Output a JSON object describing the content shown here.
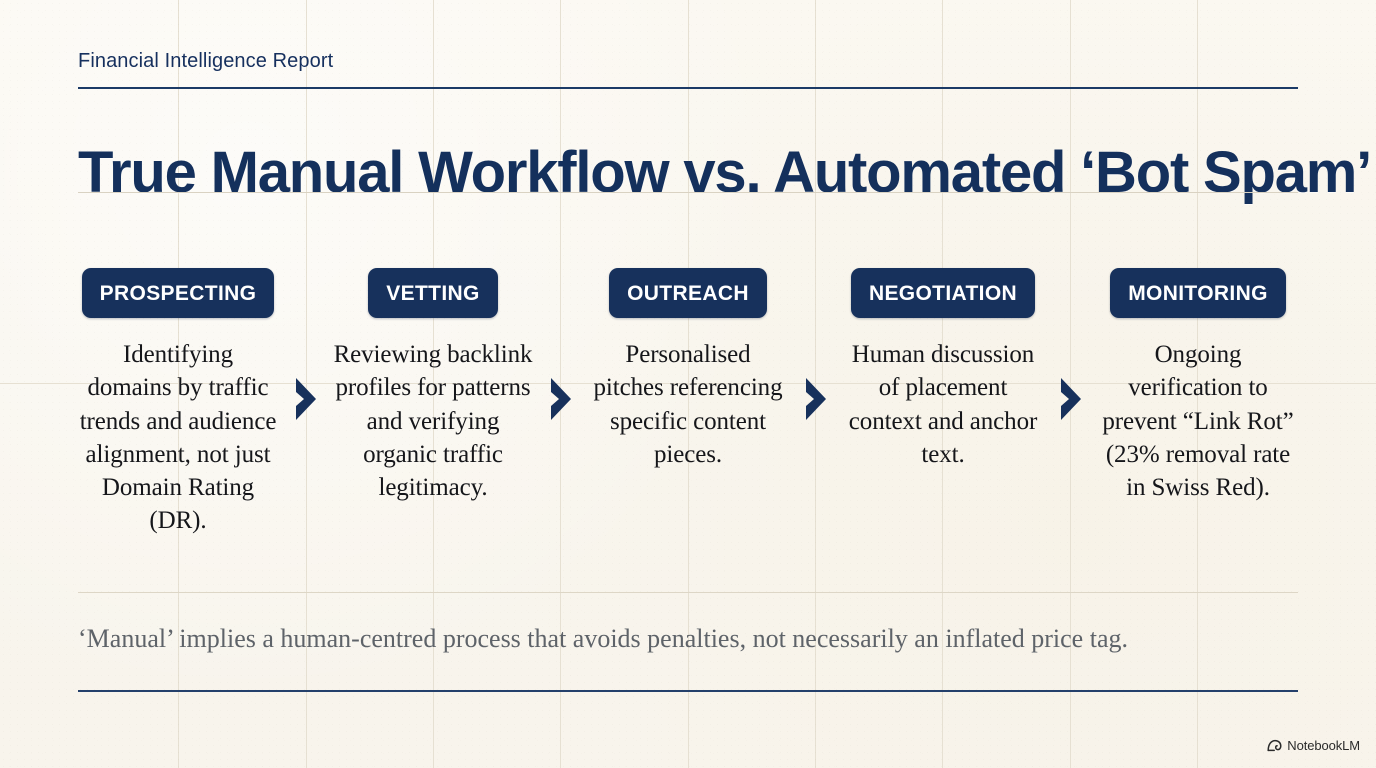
{
  "header": {
    "eyebrow": "Financial Intelligence Report",
    "title": "True Manual Workflow vs. Automated ‘Bot Spam’"
  },
  "stages": [
    {
      "badge": "PROSPECTING",
      "description": "Identifying domains by traffic trends and audience alignment, not just Domain Rating (DR)."
    },
    {
      "badge": "VETTING",
      "description": "Reviewing backlink profiles for patterns and verifying organic traffic legitimacy."
    },
    {
      "badge": "OUTREACH",
      "description": "Personalised pitches referencing specific content pieces."
    },
    {
      "badge": "NEGOTIATION",
      "description": "Human discussion of placement context and anchor text."
    },
    {
      "badge": "MONITORING",
      "description": "Ongoing verification to prevent “Link Rot” (23% removal rate in Swiss Red)."
    }
  ],
  "separator_icon": "chevron-right-icon",
  "footer": {
    "caption": "‘Manual’ implies a human-centred process that avoids penalties, not necessarily an inflated price tag."
  },
  "watermark": {
    "label": "NotebookLM",
    "icon": "notebooklm-logo-icon"
  },
  "colors": {
    "paper": "#faf7ef",
    "navy": "#17315c",
    "title_navy": "#14305c",
    "grid_line": "#e6e0d2",
    "caption_gray": "#5e6369",
    "badge_text": "#ffffff"
  },
  "grid": {
    "vertical_lines_x": [
      178,
      306,
      433,
      560,
      688,
      815,
      942,
      1070,
      1197
    ],
    "horizontal_line_y": [
      383
    ]
  }
}
